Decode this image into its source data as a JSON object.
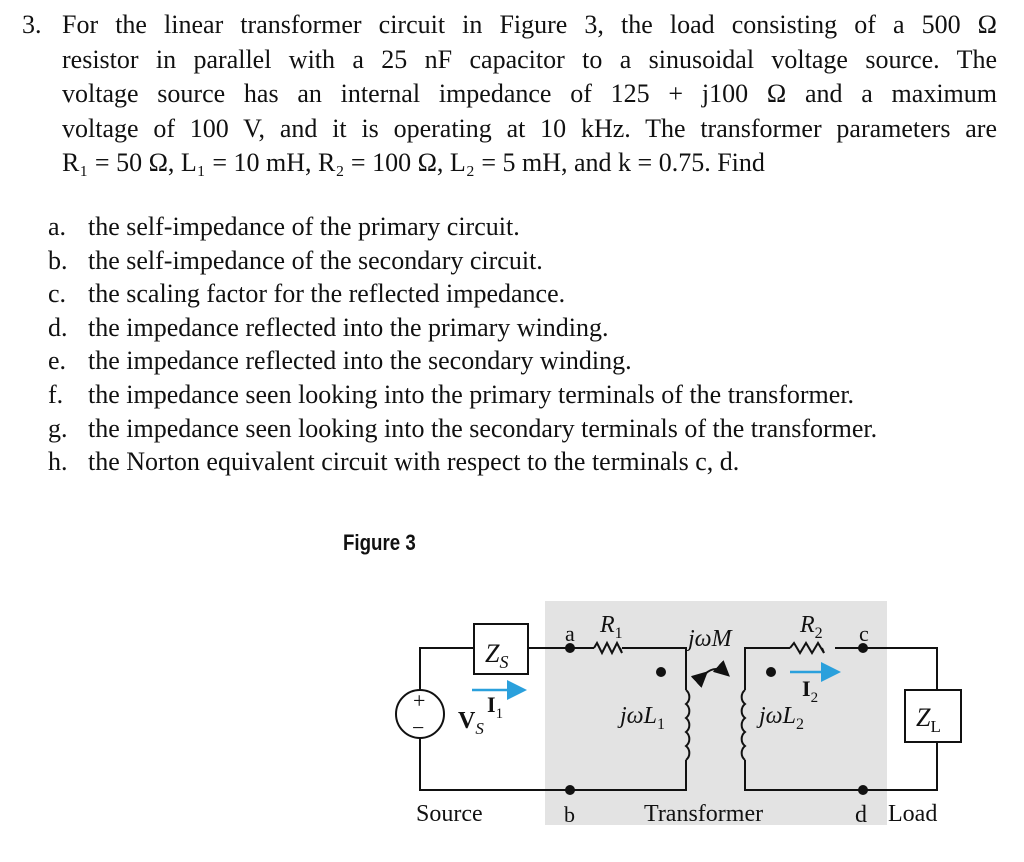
{
  "problem": {
    "number": "3.",
    "lines": [
      "For the linear transformer circuit in Figure 3, the load consisting of a 500 Ω",
      "resistor in parallel with a 25 nF capacitor to a sinusoidal voltage source. The",
      "voltage source has an internal impedance of 125 + j100 Ω and a maximum",
      "voltage of 100 V, and it is operating at 10 kHz. The transformer parameters are",
      "R₁ = 50 Ω, L₁ = 10 mH, R₂ = 100 Ω, L₂ = 5 mH, and k = 0.75. Find"
    ]
  },
  "parts": [
    {
      "label": "a.",
      "text": "the self-impedance of the primary circuit."
    },
    {
      "label": "b.",
      "text": "the self-impedance of the secondary circuit."
    },
    {
      "label": "c.",
      "text": "the scaling factor for the reflected impedance."
    },
    {
      "label": "d.",
      "text": "the impedance reflected into the primary winding."
    },
    {
      "label": "e.",
      "text": "the impedance reflected into the secondary winding."
    },
    {
      "label": "f.",
      "text": "the impedance seen looking into the primary terminals of the transformer."
    },
    {
      "label": "g.",
      "text": "the impedance seen looking into the secondary terminals of the transformer."
    },
    {
      "label": "h.",
      "text": "the Norton equivalent circuit with respect to the terminals c, d."
    }
  ],
  "figure": {
    "title": "Figure 3",
    "labels": {
      "zs": "Z",
      "zs_sub": "S",
      "vs": "V",
      "vs_sub": "S",
      "i1": "I",
      "i1_sub": "1",
      "i2": "I",
      "i2_sub": "2",
      "a": "a",
      "b": "b",
      "c": "c",
      "d": "d",
      "r1": "R",
      "r1_sub": "1",
      "r2": "R",
      "r2_sub": "2",
      "jwm": "jωM",
      "jwl1": "jωL",
      "jwl1_sub": "1",
      "jwl2": "jωL",
      "jwl2_sub": "2",
      "zl": "Z",
      "zl_sub": "L",
      "plus": "+",
      "minus": "−",
      "source": "Source",
      "transformer": "Transformer",
      "load": "Load"
    },
    "colors": {
      "arrow": "#2aa0dc",
      "shade": "#e3e3e3"
    }
  }
}
